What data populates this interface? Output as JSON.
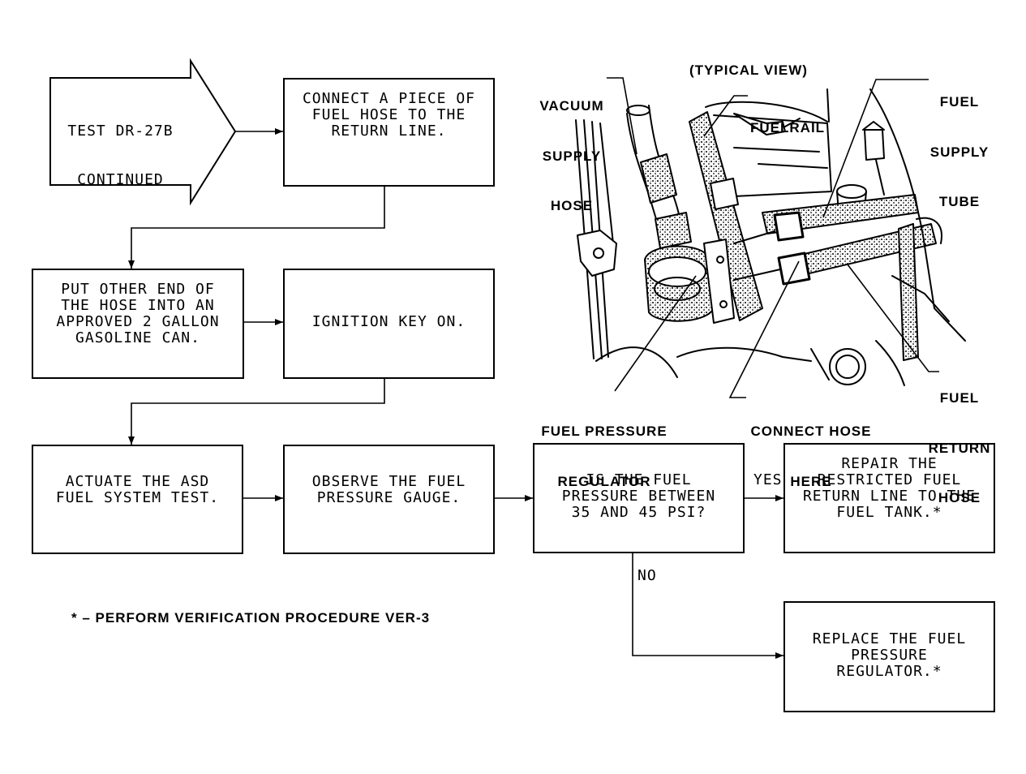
{
  "flow": {
    "start": {
      "lines": [
        "TEST DR-27B",
        "CONTINUED"
      ]
    },
    "steps": [
      {
        "lines": [
          "CONNECT A PIECE OF",
          "FUEL HOSE TO THE",
          "RETURN LINE."
        ]
      },
      {
        "lines": [
          "PUT OTHER END OF",
          "THE HOSE INTO AN",
          "APPROVED 2 GALLON",
          "GASOLINE CAN."
        ]
      },
      {
        "lines": [
          "IGNITION KEY ON."
        ]
      },
      {
        "lines": [
          "ACTUATE THE ASD",
          "FUEL SYSTEM TEST."
        ]
      },
      {
        "lines": [
          "OBSERVE THE FUEL",
          "PRESSURE GAUGE."
        ]
      }
    ],
    "decision": {
      "lines": [
        "IS THE FUEL",
        "PRESSURE BETWEEN",
        "35 AND 45 PSI?"
      ],
      "yes_label": "YES",
      "no_label": "NO"
    },
    "outcomes": {
      "yes": {
        "lines": [
          "REPAIR THE",
          "RESTRICTED FUEL",
          "RETURN LINE TO THE",
          "FUEL TANK.*"
        ]
      },
      "no": {
        "lines": [
          "REPLACE THE FUEL",
          "PRESSURE",
          "REGULATOR.*"
        ]
      }
    }
  },
  "footnote": "* – PERFORM VERIFICATION PROCEDURE VER-3",
  "illustration": {
    "title": "(TYPICAL VIEW)",
    "labels": {
      "vacuum_supply_hose": [
        "VACUUM",
        "SUPPLY",
        "HOSE"
      ],
      "fuel_rail": [
        "FUELRAIL"
      ],
      "fuel_supply_tube": [
        "FUEL",
        "SUPPLY",
        "TUBE"
      ],
      "fuel_pressure_regulator": [
        "FUEL PRESSURE",
        "REGULATOR"
      ],
      "connect_hose_here": [
        "CONNECT HOSE",
        "HERE"
      ],
      "fuel_return_hose": [
        "FUEL",
        "RETURN",
        "HOSE"
      ]
    }
  },
  "colors": {
    "ink": "#000000",
    "paper": "#ffffff"
  }
}
